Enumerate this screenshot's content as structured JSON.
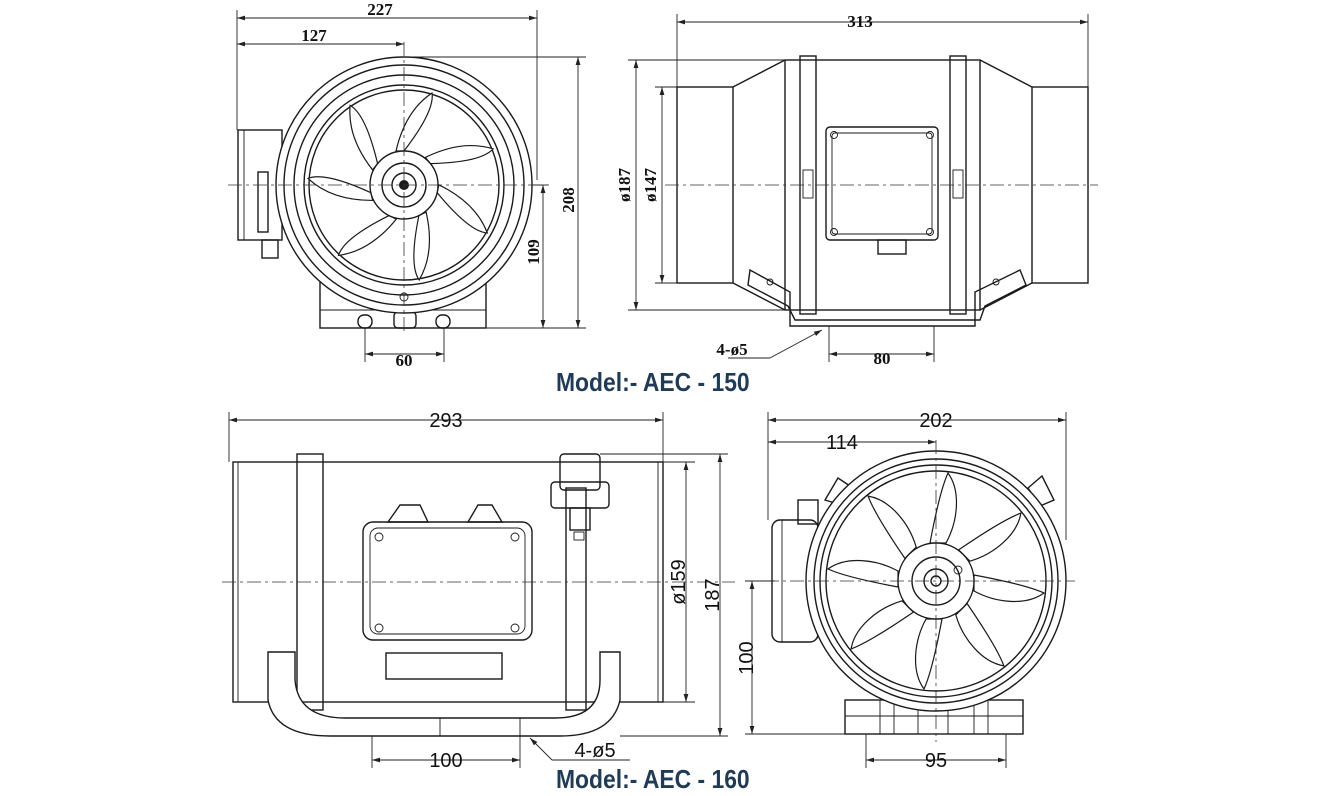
{
  "models": [
    {
      "title": "Model:- AEC - 150",
      "front_view": {
        "overall_width": "227",
        "center_offset": "127",
        "height": "208",
        "axis_height": "109",
        "foot_spacing": "60"
      },
      "side_view": {
        "length": "313",
        "outer_diameter": "ø187",
        "duct_diameter": "ø147",
        "mount_holes": "4-ø5",
        "foot_spacing": "80"
      }
    },
    {
      "title": "Model:- AEC - 160",
      "side_view": {
        "length": "293",
        "duct_diameter": "ø159",
        "height": "187",
        "mount_holes": "4-ø5",
        "foot_spacing": "100"
      },
      "front_view": {
        "overall_width": "202",
        "center_offset": "114",
        "axis_height": "100",
        "foot_spacing": "95"
      }
    }
  ],
  "colors": {
    "title_text": "#1f3b57",
    "line": "#1a1a1a"
  }
}
